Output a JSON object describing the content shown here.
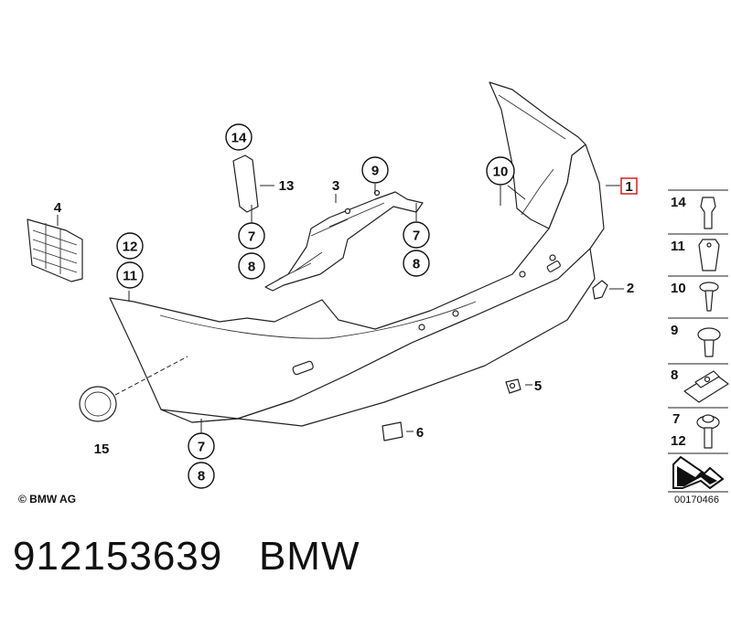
{
  "diagram": {
    "callouts": {
      "p1": "1",
      "p2": "2",
      "p3": "3",
      "p4": "4",
      "p5": "5",
      "p6": "6",
      "p7a": "7",
      "p7b": "7",
      "p7c": "7",
      "p8a": "8",
      "p8b": "8",
      "p8c": "8",
      "p9": "9",
      "p10": "10",
      "p11": "11",
      "p12": "12",
      "p13": "13",
      "p14": "14",
      "p15": "15"
    },
    "legend": [
      {
        "label": "14"
      },
      {
        "label": "11"
      },
      {
        "label": "10"
      },
      {
        "label": "9"
      },
      {
        "label": "8"
      },
      {
        "label": "7"
      },
      {
        "label": "12"
      }
    ],
    "copyright": "© BMW AG",
    "drawing_number": "00170466"
  },
  "footer": {
    "part_number": "912153639",
    "brand": "BMW"
  }
}
